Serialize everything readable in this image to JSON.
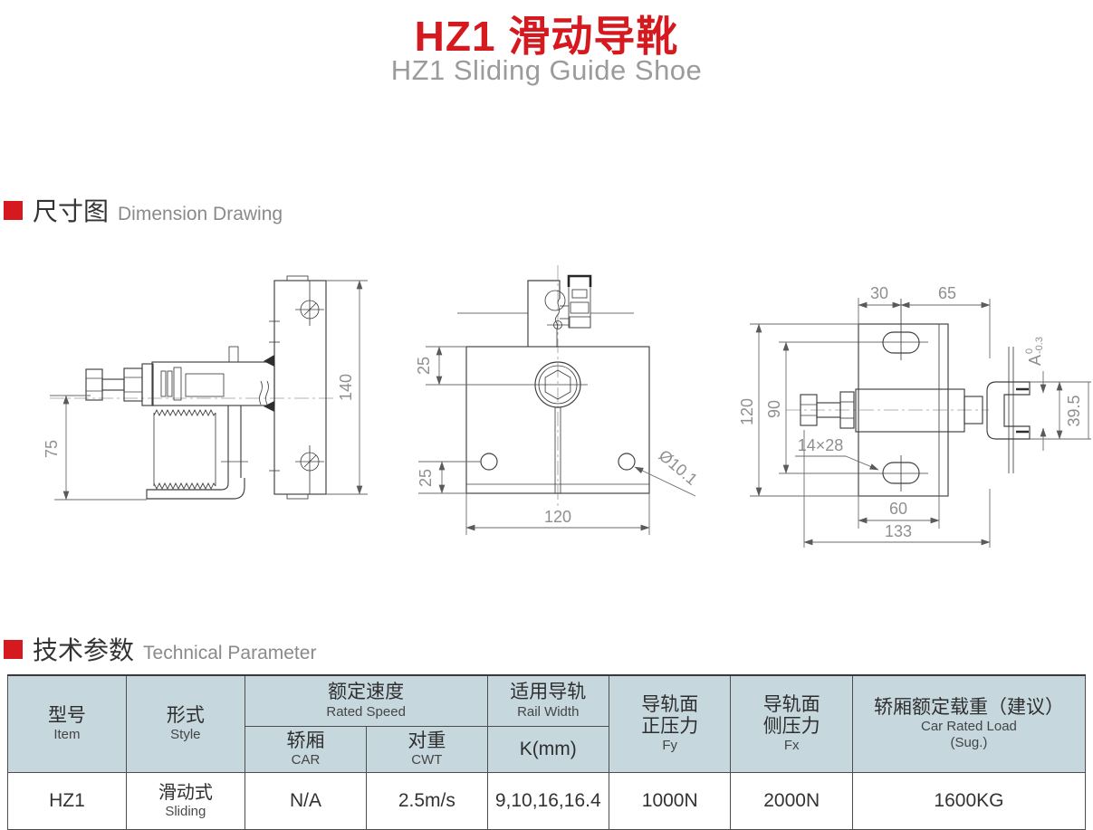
{
  "colors": {
    "accent_red": "#d6181f",
    "table_header_bg": "#c6d7de"
  },
  "header": {
    "title_zh": "HZ1 滑动导靴",
    "title_en": "HZ1 Sliding Guide Shoe"
  },
  "sections": {
    "dimension_zh": "尺寸图",
    "dimension_en": "Dimension Drawing",
    "technical_zh": "技术参数",
    "technical_en": "Technical Parameter"
  },
  "drawings": {
    "side_view": {
      "dim_height": "75",
      "dim_plate_height": "140"
    },
    "front_view": {
      "dim_top_offset": "25",
      "dim_bottom_offset": "25",
      "dim_width": "120",
      "dim_hole_dia": "Ø10.1"
    },
    "top_view": {
      "dim_30": "30",
      "dim_65": "65",
      "dim_120": "120",
      "dim_90": "90",
      "dim_slot": "14×28",
      "dim_60": "60",
      "dim_133": "133",
      "dim_fit_letter": "A",
      "dim_fit_upper": "0",
      "dim_fit_lower": "-0.3",
      "dim_shoe_width": "39.5"
    }
  },
  "table": {
    "headers": {
      "item_zh": "型号",
      "item_en": "Item",
      "style_zh": "形式",
      "style_en": "Style",
      "rated_speed_zh": "额定速度",
      "rated_speed_en": "Rated Speed",
      "car_zh": "轿厢",
      "car_en": "CAR",
      "cwt_zh": "对重",
      "cwt_en": "CWT",
      "rail_zh": "适用导轨",
      "rail_en": "Rail Width",
      "k_label": "K(mm)",
      "fy_zh1": "导轨面",
      "fy_zh2": "正压力",
      "fy_en": "Fy",
      "fx_zh1": "导轨面",
      "fx_zh2": "侧压力",
      "fx_en": "Fx",
      "load_zh": "轿厢额定载重（建议）",
      "load_en1": "Car Rated Load",
      "load_en2": "(Sug.)"
    },
    "row": {
      "item": "HZ1",
      "style_zh": "滑动式",
      "style_en": "Sliding",
      "car": "N/A",
      "cwt": "2.5m/s",
      "k": "9,10,16,16.4",
      "fy": "1000N",
      "fx": "2000N",
      "load": "1600KG"
    }
  }
}
